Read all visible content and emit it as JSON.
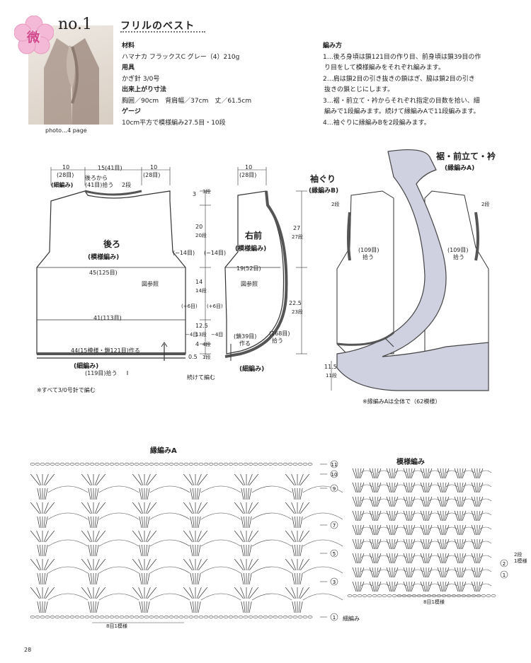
{
  "header": {
    "number": "no.1",
    "title": "フリルのベスト",
    "badge": "微",
    "photo_caption": "photo…4 page"
  },
  "materials": {
    "heading": "材料",
    "text": "ハマナカ フラックスC グレー（4）210g"
  },
  "tools": {
    "heading": "用具",
    "text": "かぎ針 3/0号"
  },
  "size": {
    "heading": "出来上がり寸法",
    "text": "胸囲／90cm　背肩幅／37cm　丈／61.5cm"
  },
  "gauge": {
    "heading": "ゲージ",
    "text": "10cm平方で模様編み27.5目・10段"
  },
  "instructions": {
    "heading": "編み方",
    "steps": [
      "1…後ろ身頃は鎖121目の作り目、前身頃は鎖39目の作",
      "り目をして模様編みをそれぞれ編みます。",
      "2…肩は鎖2目の引き抜きの鎖はぎ、脇は鎖2目の引き",
      "抜きの鎖とじにします。",
      "3…裾・前立て・衿からそれぞれ指定の目数を拾い、細",
      "編みで1段編みます。続けて縁編みAで11段編みます。",
      "4…袖ぐりに縁編みBを2段編みます。"
    ]
  },
  "back": {
    "title": "後ろ",
    "pattern": "(模様編み)",
    "top_left": "10",
    "top_left_sub": "(28目)",
    "top_mid": "15(41目)",
    "top_right": "10",
    "top_right_sub": "(28目)",
    "pickup_label": "後ろから",
    "pickup_count": "(41目)拾う",
    "neck_rows": "2段",
    "neck_edge": "(細編み)",
    "side_left": "(−14目)",
    "side_right": "(−14目)",
    "width_upper": "45(125目)",
    "ref": "図参照",
    "width_lower": "41(113目)",
    "bottom_make": "44(15模様・鎖121目)作る",
    "hem_edge": "(細編み)",
    "hem_pickup": "(119目)拾う",
    "note": "※すべて3/0号針で編む"
  },
  "front": {
    "title": "右前",
    "pattern": "(模様編み)",
    "top": "10",
    "top_sub": "(28目)",
    "side_left": "(−14目)",
    "width": "19(52目)",
    "ref": "図参照",
    "inc_left": "(+6目)",
    "inc_mid": "(+6目)",
    "dec": "−4目",
    "dec2": "−4目",
    "chain": "(鎖39目)",
    "make": "作る",
    "pickup_curve": "(168目)",
    "pickup_curve2": "拾う",
    "continue": "続けて編む",
    "edge": "(細編み)"
  },
  "dims": {
    "d1": "3",
    "d1r": "3段",
    "d2": "20",
    "d2r": "20段",
    "d3": "14",
    "d3r": "14段",
    "d4": "12.5",
    "d4r": "13段",
    "d5": "4",
    "d5r": "4段",
    "d6": "0.5",
    "d6r": "1段",
    "r1": "27",
    "r1r": "27段",
    "r2": "22.5",
    "r2r": "23段"
  },
  "assembled": {
    "title": "裾・前立て・衿",
    "title_sub": "(縁編みA)",
    "armhole": "袖ぐり",
    "armhole_sub": "(縁編みB)",
    "rows_left": "2段",
    "rows_right": "2段",
    "pick_left": "(109目)",
    "pick_left2": "拾う",
    "pick_right": "(109目)",
    "pick_right2": "拾う",
    "hem_h": "11.5",
    "hem_r": "11段",
    "note": "※縁編みAは全体で（62模様）"
  },
  "chart_a": {
    "title": "縁編みA",
    "row_labels": [
      "11",
      "10",
      "9",
      "7",
      "5",
      "3",
      "1"
    ],
    "repeat": "8目1模様",
    "edge_label": "細編み"
  },
  "chart_b": {
    "title": "模様編み",
    "row_labels": [
      "2",
      "1"
    ],
    "repeat_label": "2段",
    "repeat_label2": "1模様",
    "repeat": "8目1模様"
  },
  "page_number": "28"
}
